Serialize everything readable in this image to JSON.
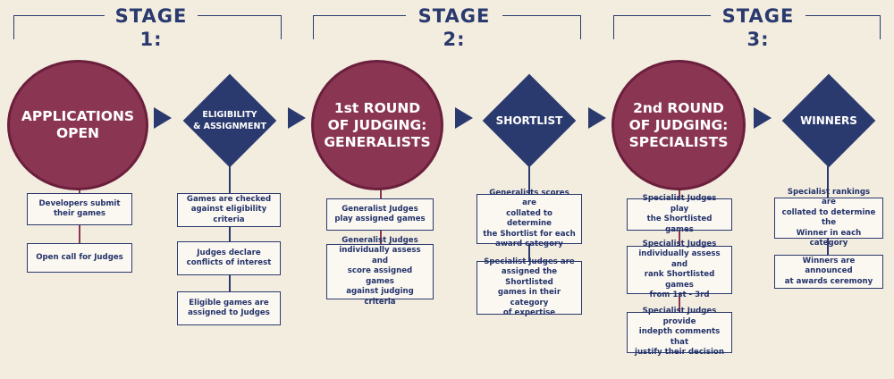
{
  "stages": [
    {
      "title": "STAGE 1:"
    },
    {
      "title": "STAGE 2:"
    },
    {
      "title": "STAGE 3:"
    }
  ],
  "nodes": [
    {
      "shape": "circle",
      "label": "APPLICATIONS\nOPEN"
    },
    {
      "shape": "diamond",
      "label": "ELIGIBILITY\n& ASSIGNMENT"
    },
    {
      "shape": "circle",
      "label": "1st ROUND\nOF JUDGING:\nGENERALISTS"
    },
    {
      "shape": "diamond",
      "label": "SHORTLIST"
    },
    {
      "shape": "circle",
      "label": "2nd ROUND\nOF JUDGING:\nSPECIALISTS"
    },
    {
      "shape": "diamond",
      "label": "WINNERS"
    }
  ],
  "boxes": [
    [
      "Developers submit\ntheir games",
      "Open call for Judges"
    ],
    [
      "Games are checked\nagainst eligibility criteria",
      "Judges declare\nconflicts of interest",
      "Eligible games are\nassigned to Judges"
    ],
    [
      "Generalist Judges\nplay assigned games",
      "Generalist Judges\nindividually assess and\nscore assigned games\nagainst judging criteria"
    ],
    [
      "Generalists scores are\ncollated to determine\nthe Shortlist for each\naward category",
      "Specialist Judges are\nassigned the Shortlisted\ngames in their category\nof expertise"
    ],
    [
      "Specialist Judges play\nthe Shortlisted games",
      "Specialist Judges\nindividually assess and\nrank Shortlisted games\nfrom 1st - 3rd",
      "Specialist Judges provide\nindepth comments that\njustify their decision"
    ],
    [
      "Specialist rankings are\ncollated to determine the\nWinner in each category",
      "Winners are announced\nat awards ceremony"
    ]
  ],
  "colors": {
    "background": "#f3ede0",
    "circle": "#8a3653",
    "diamond": "#2b3a6e",
    "text": "#23326a"
  }
}
